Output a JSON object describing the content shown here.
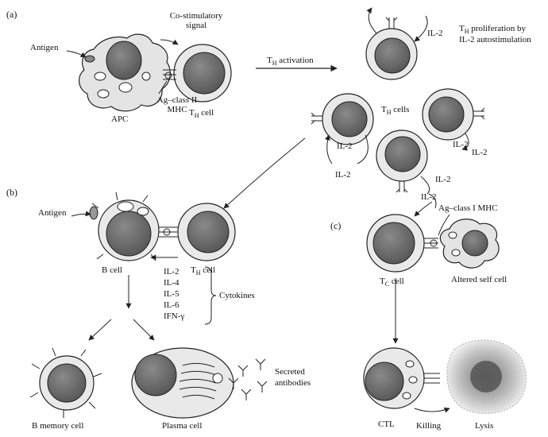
{
  "panels": {
    "a": "(a)",
    "b": "(b)",
    "c": "(c)"
  },
  "a": {
    "antigen": "Antigen",
    "costim_1": "Co-stimulatory",
    "costim_2": "signal",
    "agmhc_1": "Ag–class II",
    "agmhc_2": "MHC",
    "apc": "APC",
    "th_cell_main": "T",
    "th_cell_sub": "H",
    "th_cell_suffix": " cell",
    "activation_main": "T",
    "activation_sub": "H",
    "activation_suffix": " activation",
    "prolif_1_main": "T",
    "prolif_1_sub": "H",
    "prolif_1_suffix": " proliferation by",
    "prolif_2": "IL-2 autostimulation",
    "th_cells_main": "T",
    "th_cells_sub": "H",
    "th_cells_suffix": "  cells",
    "il2": "IL-2"
  },
  "b": {
    "antigen": "Antigen",
    "b_cell": "B cell",
    "th_cell_main": "T",
    "th_cell_sub": "H",
    "th_cell_suffix": " cell",
    "cytokine_list": [
      "IL-2",
      "IL-4",
      "IL-5",
      "IL-6",
      "IFN-γ"
    ],
    "cytokines": "Cytokines",
    "memory": "B memory cell",
    "plasma": "Plasma cell",
    "secreted_1": "Secreted",
    "secreted_2": "antibodies"
  },
  "c": {
    "agmhc": "Ag–class I MHC",
    "tc_main": "T",
    "tc_sub": "C",
    "tc_suffix": " cell",
    "altered": "Altered self cell",
    "ctl": "CTL",
    "killing": "Killing",
    "lysis": "Lysis"
  },
  "colors": {
    "nucleus": "#6b6b6b",
    "cell_fill": "#e9e9e9",
    "line": "#222222"
  }
}
